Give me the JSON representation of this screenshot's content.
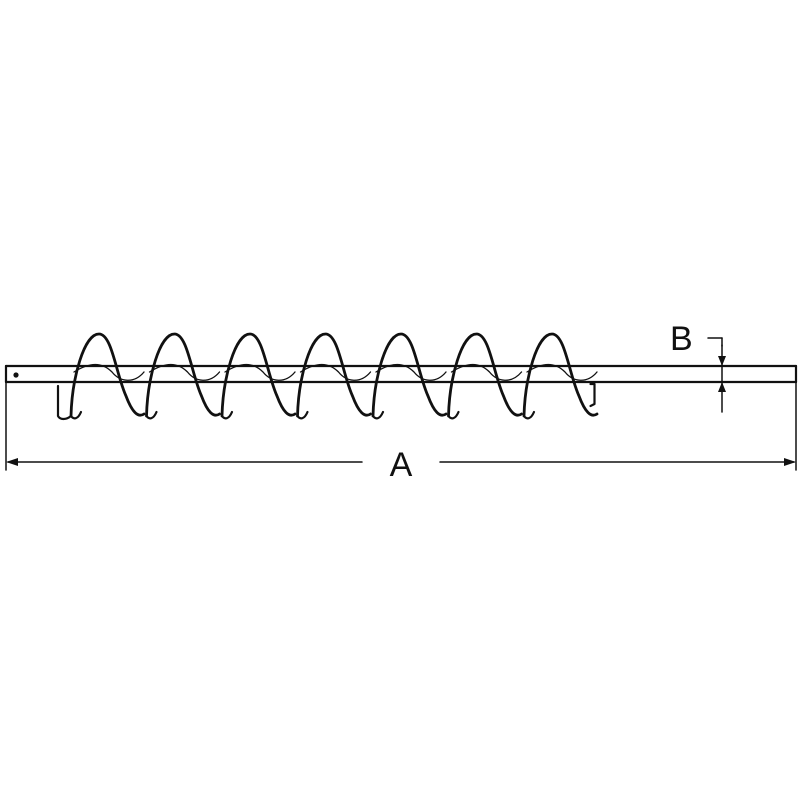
{
  "diagram": {
    "dimension_labels": {
      "length": "A",
      "diameter": "B"
    },
    "flight_turns": 7,
    "line_color": "#111111",
    "background_color": "#ffffff"
  }
}
